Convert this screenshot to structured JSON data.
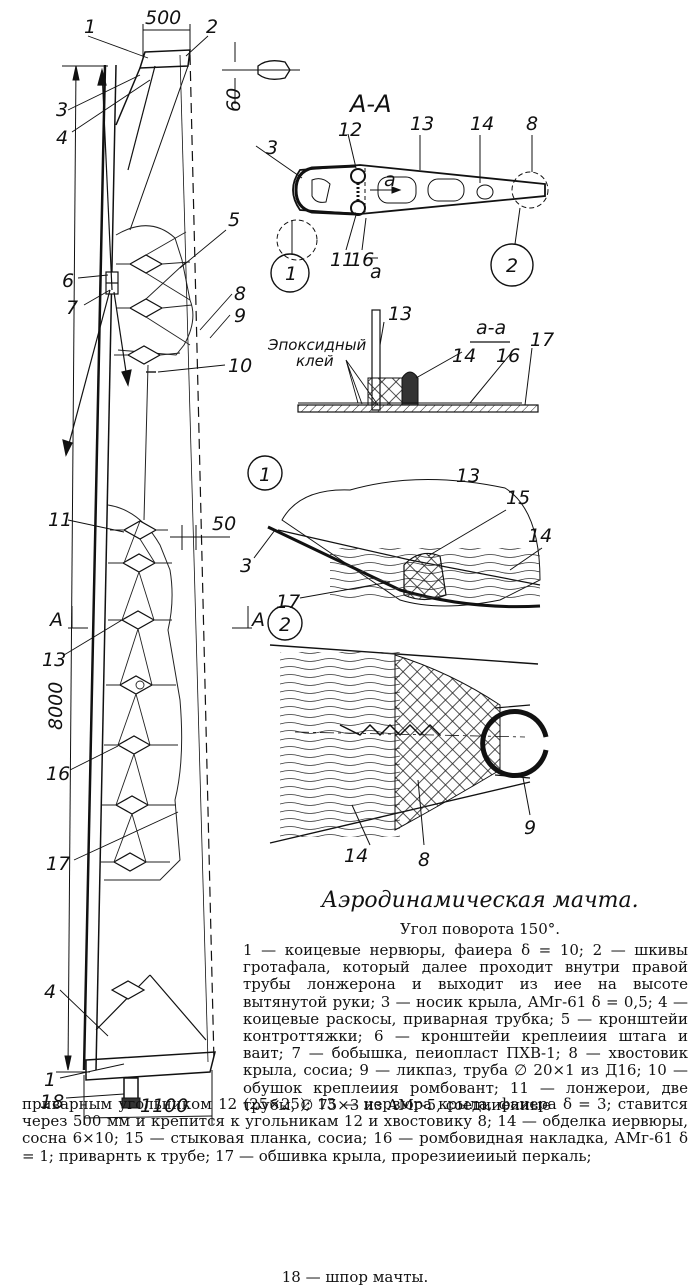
{
  "caption": {
    "title": "Аэродинамическая мачта.",
    "subtitle": "Угол поворота 150°."
  },
  "legend": {
    "text_right": "1 — коицевые нервюры, фаиера δ = 10; 2 — шкивы гротафала, который далее проходит внутри правой трубы лонжерона и выходит из иее на высоте вытянутой руки; 3 — носик крыла, АМг-61 δ = 0,5; 4 — коицевые раскосы, приварная трубка; 5 — кронштейи контроттяжки; 6 — кронштейи креплеиия штага и ваит; 7 — бобышка, пеиопласт ПХВ-1; 8 — хвостовик крыла, сосиа; 9 — ликпаз, труба ∅ 20×1 из Д16; 10 — обушок креплеиия ромбовант; 11 — лонжерои, две трубы, ∅ 75×3 из АМг-5, соедииеииые",
    "text_full": "приварным угольником 12 (25×25); 13 — нервюра крыла, фаиера δ = 3; ставится через 500 мм и крепится к угольникам 12 и хвостовику 8; 14 — обделка иервюры, сосна 6×10; 15 — стыковая планка, сосиа; 16 — ромбовидная накладка, АМг-61 δ = 1; приварнть к трубе; 17 — обшивка крыла, прорезииеииый перкаль;",
    "text_last": "18 — шпор мачты."
  },
  "figure": {
    "dimensions": {
      "top_width": "500",
      "nose_size": "60",
      "height": "8000",
      "mid_width": "50",
      "bottom_width": "1100"
    },
    "section_labels": {
      "section_main": "А-А",
      "section_small": "а-а",
      "cut_left": "А",
      "cut_right": "А",
      "cut_small": "а",
      "cut_small2": "а"
    },
    "glue_label_1": "Эпоксидный",
    "glue_label_2": "клей",
    "detail_1": "1",
    "detail_2": "2",
    "mast_numbers": [
      "1",
      "2",
      "3",
      "4",
      "5",
      "6",
      "7",
      "8",
      "9",
      "10",
      "11",
      "13",
      "16",
      "17",
      "4",
      "1",
      "18"
    ],
    "section_numbers": [
      "3",
      "12",
      "13",
      "14",
      "8",
      "11",
      "16",
      "13",
      "14",
      "16",
      "17",
      "13",
      "15",
      "14",
      "3",
      "17",
      "14",
      "8",
      "9"
    ]
  }
}
